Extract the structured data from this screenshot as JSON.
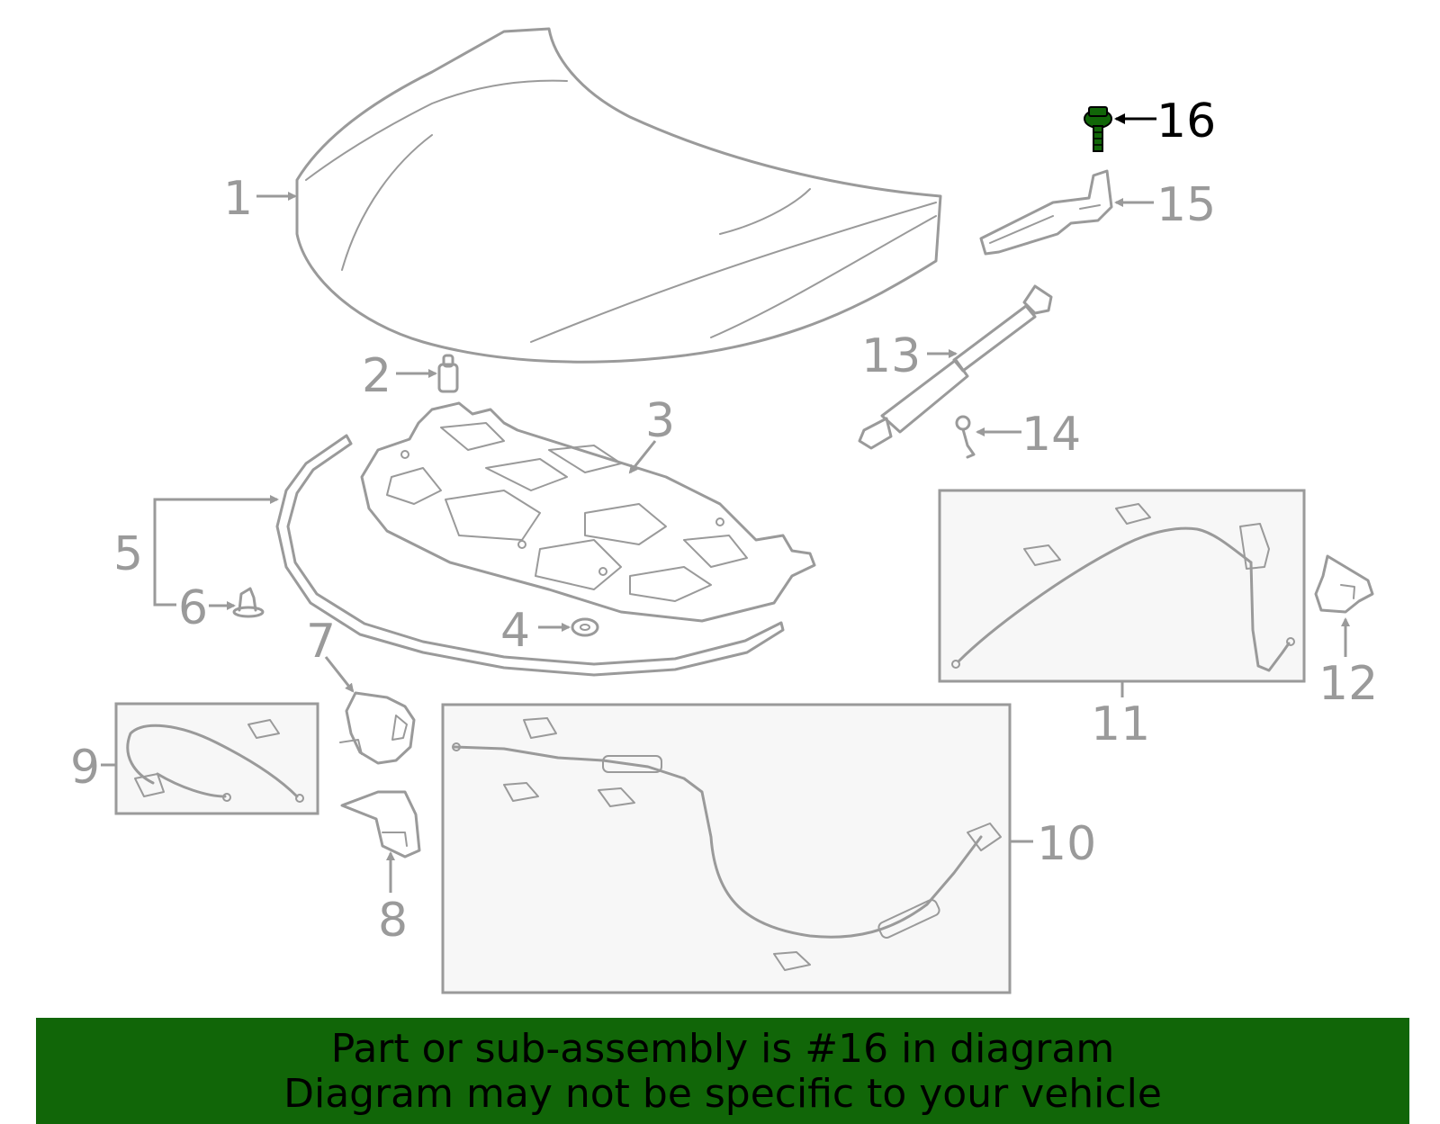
{
  "callouts": {
    "c1": "1",
    "c2": "2",
    "c3": "3",
    "c4": "4",
    "c5": "5",
    "c6": "6",
    "c7": "7",
    "c8": "8",
    "c9": "9",
    "c10": "10",
    "c11": "11",
    "c12": "12",
    "c13": "13",
    "c14": "14",
    "c15": "15",
    "c16": "16"
  },
  "highlighted_part": "16",
  "colors": {
    "line_gray": "#9a9a9a",
    "highlight_green": "#116608",
    "banner_bg": "#116608",
    "banner_text": "#000000"
  },
  "banner": {
    "line1": "Part or sub-assembly is #16 in diagram",
    "line2": "Diagram may not be specific to your vehicle"
  }
}
